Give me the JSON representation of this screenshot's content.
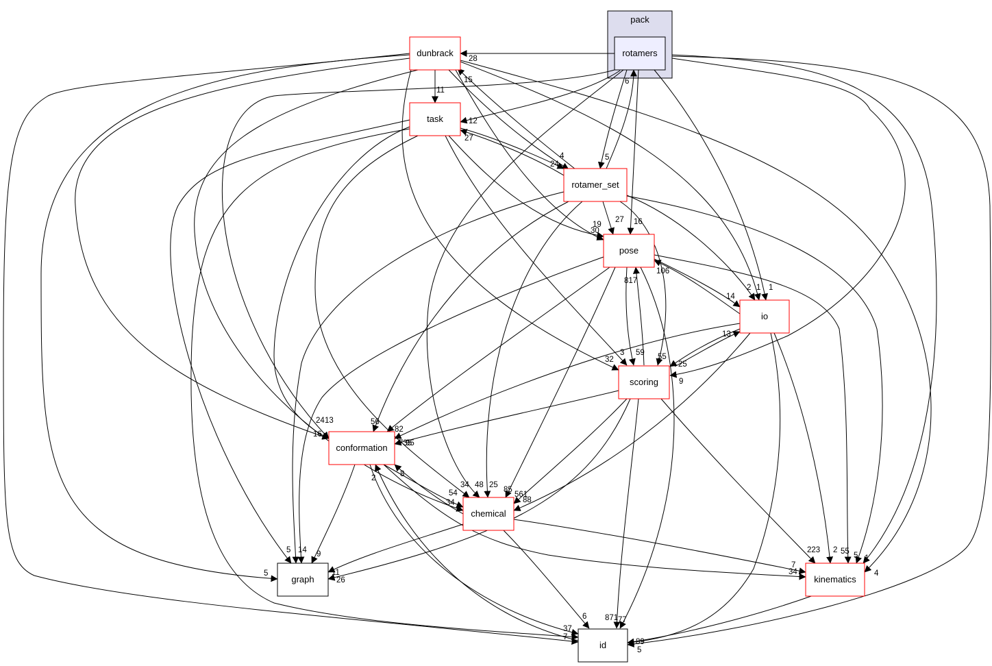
{
  "cluster": {
    "label": "pack"
  },
  "nodes": {
    "rotamers": "rotamers",
    "dunbrack": "dunbrack",
    "task": "task",
    "rotamer_set": "rotamer_set",
    "pose": "pose",
    "io": "io",
    "scoring": "scoring",
    "conformation": "conformation",
    "chemical": "chemical",
    "graph": "graph",
    "kinematics": "kinematics",
    "id": "id"
  },
  "edge_labels": [
    "28",
    "11",
    "15",
    "12",
    "27",
    "6",
    "5",
    "24",
    "4",
    "19",
    "30",
    "27",
    "16",
    "106",
    "817",
    "8",
    "2",
    "1",
    "1",
    "14",
    "13",
    "25",
    "59",
    "55",
    "3",
    "32",
    "9",
    "56",
    "82",
    "24",
    "13",
    "16",
    "735",
    "95",
    "2",
    "8",
    "34",
    "48",
    "25",
    "85",
    "561",
    "88",
    "54",
    "34",
    "5",
    "14",
    "5",
    "9",
    "11",
    "26",
    "223",
    "2",
    "55",
    "5",
    "1",
    "4",
    "7",
    "34",
    "37",
    "7",
    "6",
    "871",
    "77",
    "89",
    "5",
    "20"
  ]
}
